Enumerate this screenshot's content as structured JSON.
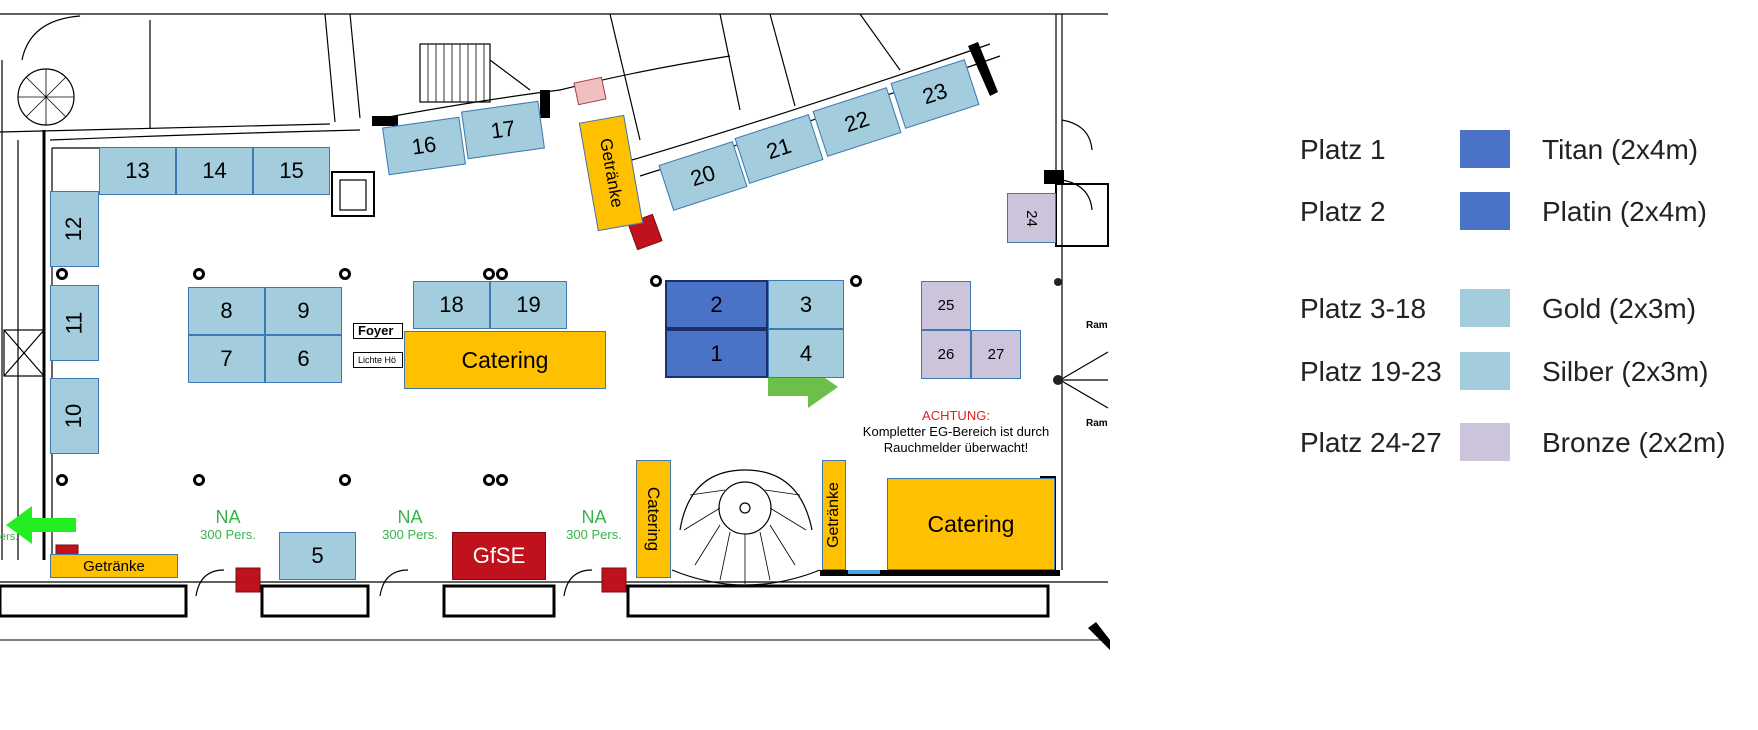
{
  "plan": {
    "booths_gold": [
      "13",
      "14",
      "15",
      "12",
      "11",
      "10",
      "16",
      "17",
      "20",
      "21",
      "22",
      "23",
      "8",
      "9",
      "7",
      "6",
      "18",
      "19",
      "3",
      "4",
      "5"
    ],
    "booths_titan": [
      "2",
      "1"
    ],
    "booths_bronze": [
      "24",
      "25",
      "26",
      "27"
    ],
    "catering_label": "Catering",
    "drinks_label": "Getränke",
    "gfse_label": "GfSE",
    "foyer_label": "Foyer G",
    "lichte_label": "Lichte Hö",
    "ramp_label": "Ram",
    "pers_edge_label": "ers.",
    "exit_na": [
      {
        "title": "NA",
        "capacity": "300 Pers."
      },
      {
        "title": "NA",
        "capacity": "300 Pers."
      },
      {
        "title": "NA",
        "capacity": "300 Pers."
      }
    ],
    "notice": {
      "title": "ACHTUNG:",
      "line1": "Kompletter EG-Bereich ist durch",
      "line2": "Rauchmelder überwacht!"
    },
    "colors": {
      "titan": "#4a73c8",
      "gold": "#a3ccdc",
      "bronze": "#cbc4db",
      "catering": "#ffc000",
      "gfse": "#c0121c",
      "arrow_green": "#6cc04a",
      "exit_green": "#22ee22"
    }
  },
  "legend": [
    {
      "place": "Platz 1",
      "category": "Titan (2x4m)",
      "color": "#4a73c8"
    },
    {
      "place": "Platz 2",
      "category": "Platin (2x4m)",
      "color": "#4a73c8"
    },
    {
      "place": "Platz 3-18",
      "category": "Gold (2x3m)",
      "color": "#a3ccdc"
    },
    {
      "place": "Platz 19-23",
      "category": "Silber (2x3m)",
      "color": "#a3ccdc"
    },
    {
      "place": "Platz 24-27",
      "category": "Bronze (2x2m)",
      "color": "#cbc4db"
    }
  ]
}
